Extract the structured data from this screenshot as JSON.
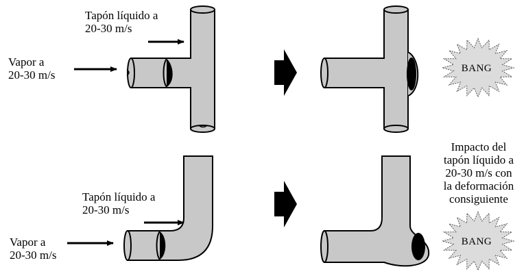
{
  "labels": {
    "top_plug": [
      "Tapón líquido a",
      "20-30 m/s"
    ],
    "top_steam": [
      "Vapor a",
      "20-30 m/s"
    ],
    "bottom_plug": [
      "Tapón líquido a",
      "20-30 m/s"
    ],
    "bottom_steam": [
      "Vapor a",
      "20-30 m/s"
    ],
    "impact": [
      "Impacto del",
      "tapón líquido a",
      "20-30 m/s con",
      "la deformación",
      "consiguiente"
    ],
    "bang": "BANG"
  },
  "colors": {
    "pipe_fill": "#c8c8c8",
    "stroke": "#000000",
    "background": "#ffffff",
    "starburst_fill": "#dcdcdc"
  }
}
